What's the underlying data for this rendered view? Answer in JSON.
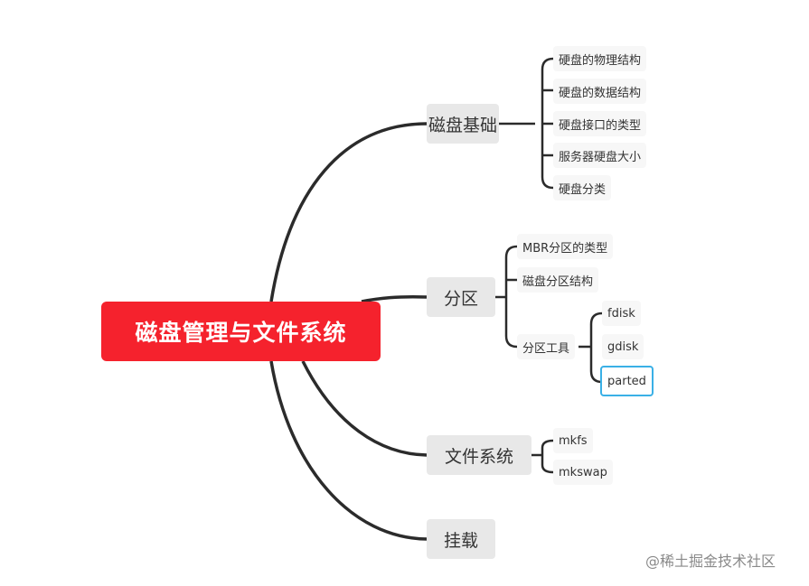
{
  "root": {
    "label": "磁盘管理与文件系统"
  },
  "branches": [
    {
      "label": "磁盘基础",
      "children": [
        {
          "label": "硬盘的物理结构"
        },
        {
          "label": "硬盘的数据结构"
        },
        {
          "label": "硬盘接口的类型"
        },
        {
          "label": "服务器硬盘大小"
        },
        {
          "label": "硬盘分类"
        }
      ]
    },
    {
      "label": "分区",
      "children": [
        {
          "label": "MBR分区的类型"
        },
        {
          "label": "磁盘分区结构"
        },
        {
          "label": "分区工具",
          "children": [
            {
              "label": "fdisk"
            },
            {
              "label": "gdisk"
            },
            {
              "label": "parted",
              "selected": true
            }
          ]
        }
      ]
    },
    {
      "label": "文件系统",
      "children": [
        {
          "label": "mkfs"
        },
        {
          "label": "mkswap"
        }
      ]
    },
    {
      "label": "挂载",
      "children": []
    }
  ],
  "watermark": "@稀土掘金技术社区",
  "colors": {
    "root": "#f5222d",
    "connector": "#2b2b2b",
    "selected_border": "#3ab0e6"
  }
}
